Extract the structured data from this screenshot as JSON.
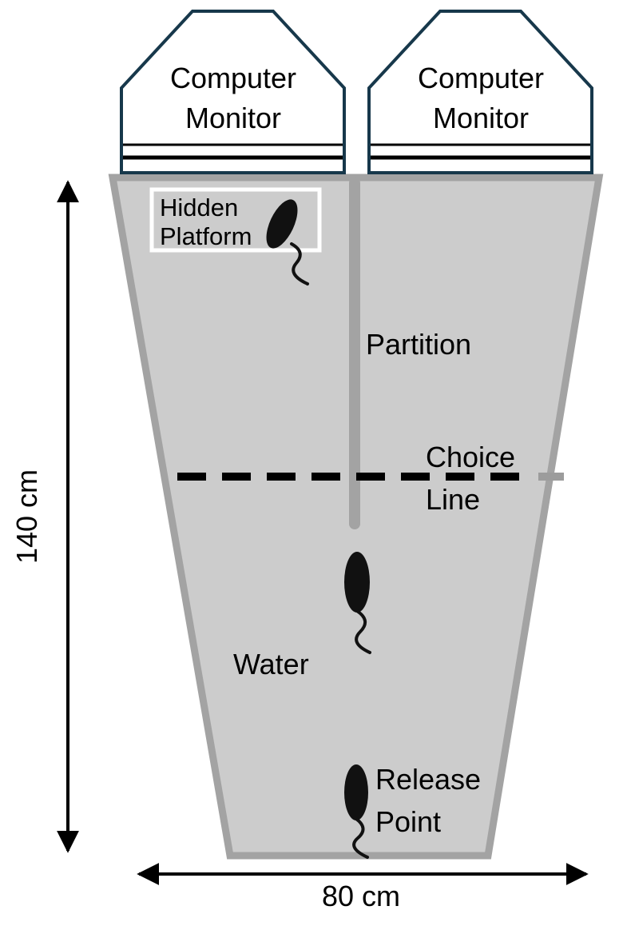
{
  "monitors": {
    "left": {
      "line1": "Computer",
      "line2": "Monitor"
    },
    "right": {
      "line1": "Computer",
      "line2": "Monitor"
    }
  },
  "tank": {
    "hidden_platform": {
      "line1": "Hidden",
      "line2": "Platform"
    },
    "partition_label": "Partition",
    "choice_line": {
      "line1": "Choice",
      "line2": "Line"
    },
    "water_label": "Water",
    "release_point": {
      "line1": "Release",
      "line2": "Point"
    }
  },
  "dimensions": {
    "height_label": "140 cm",
    "width_label": "80 cm"
  },
  "icons": {
    "mouse_top": "mouse-silhouette",
    "mouse_middle": "mouse-silhouette",
    "mouse_bottom": "mouse-silhouette"
  },
  "colors": {
    "background": "#ffffff",
    "tank_fill": "#cccccc",
    "tank_border": "#a3a3a3",
    "monitor_outline": "#17384b",
    "line_black": "#000000",
    "hidden_platform_box": "#ffffff",
    "mouse_fill": "#111111",
    "faded_dash": "#9c9c9c"
  }
}
